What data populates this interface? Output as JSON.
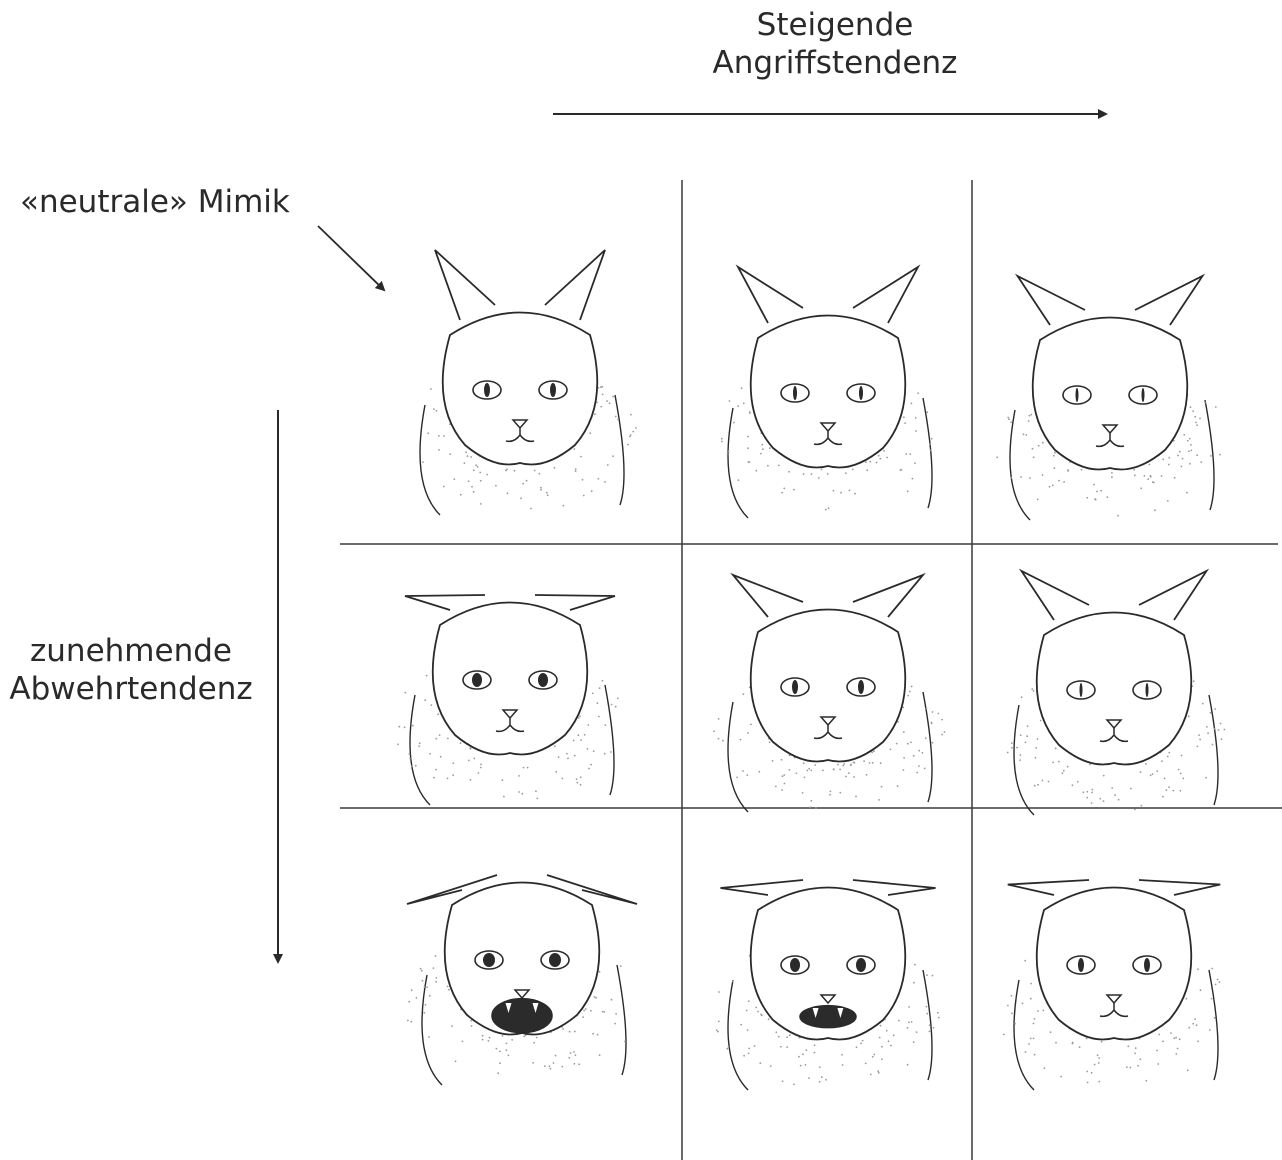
{
  "labels": {
    "attack_line1": "Steigende",
    "attack_line2": "Angriffstendenz",
    "neutral": "«neutrale» Mimik",
    "defense_line1": "zunehmende",
    "defense_line2": "Abwehrtendenz"
  },
  "grid": {
    "rows": 3,
    "columns": 3
  },
  "colors": {
    "ink": "#2a2a2a",
    "background": "#ffffff"
  }
}
